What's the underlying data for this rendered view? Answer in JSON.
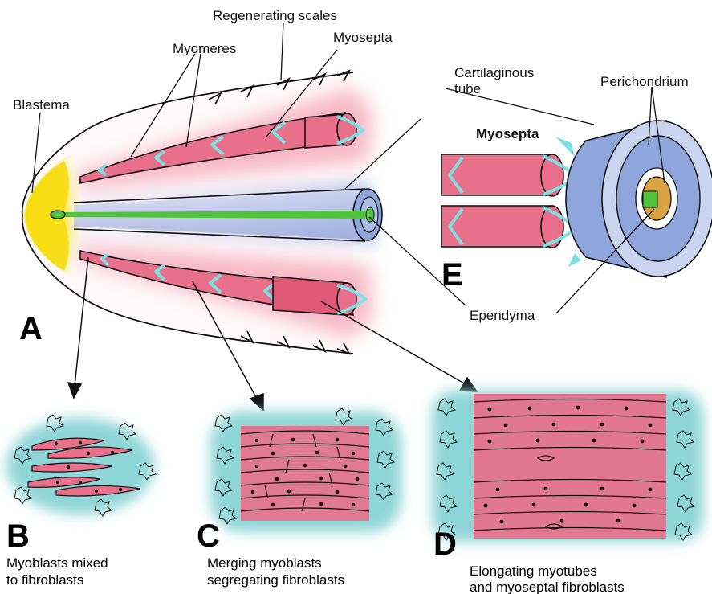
{
  "labels": {
    "regenerating_scales": "Regenerating scales",
    "myomeres": "Myomeres",
    "myosepta": "Myosepta",
    "blastema": "Blastema",
    "cartilaginous_tube_1": "Cartilaginous",
    "cartilaginous_tube_2": "tube",
    "perichondrium": "Perichondrium",
    "myosepta_bold": "Myosepta",
    "ependyma": "Ependyma"
  },
  "panels": {
    "a": "A",
    "b": "B",
    "c": "C",
    "d": "D",
    "e": "E"
  },
  "captions": {
    "b_line1": "Myoblasts mixed",
    "b_line2": "to fibroblasts",
    "c_line1": "Merging myoblasts",
    "c_line2": "segregating fibroblasts",
    "d_line1": "Elongating myotubes",
    "d_line2": "and myoseptal fibroblasts"
  },
  "colors": {
    "blastema": "#f5e020",
    "muscle": "#e8708a",
    "muscle_glow": "#f6b8c4",
    "cartilage": "#8fa6dc",
    "perichondrium": "#c9d4ee",
    "ependyma_green": "#4fc33a",
    "fibroblast": "#8fd6d8",
    "septum": "#7fe0e4",
    "orange_core": "#d9a443"
  }
}
